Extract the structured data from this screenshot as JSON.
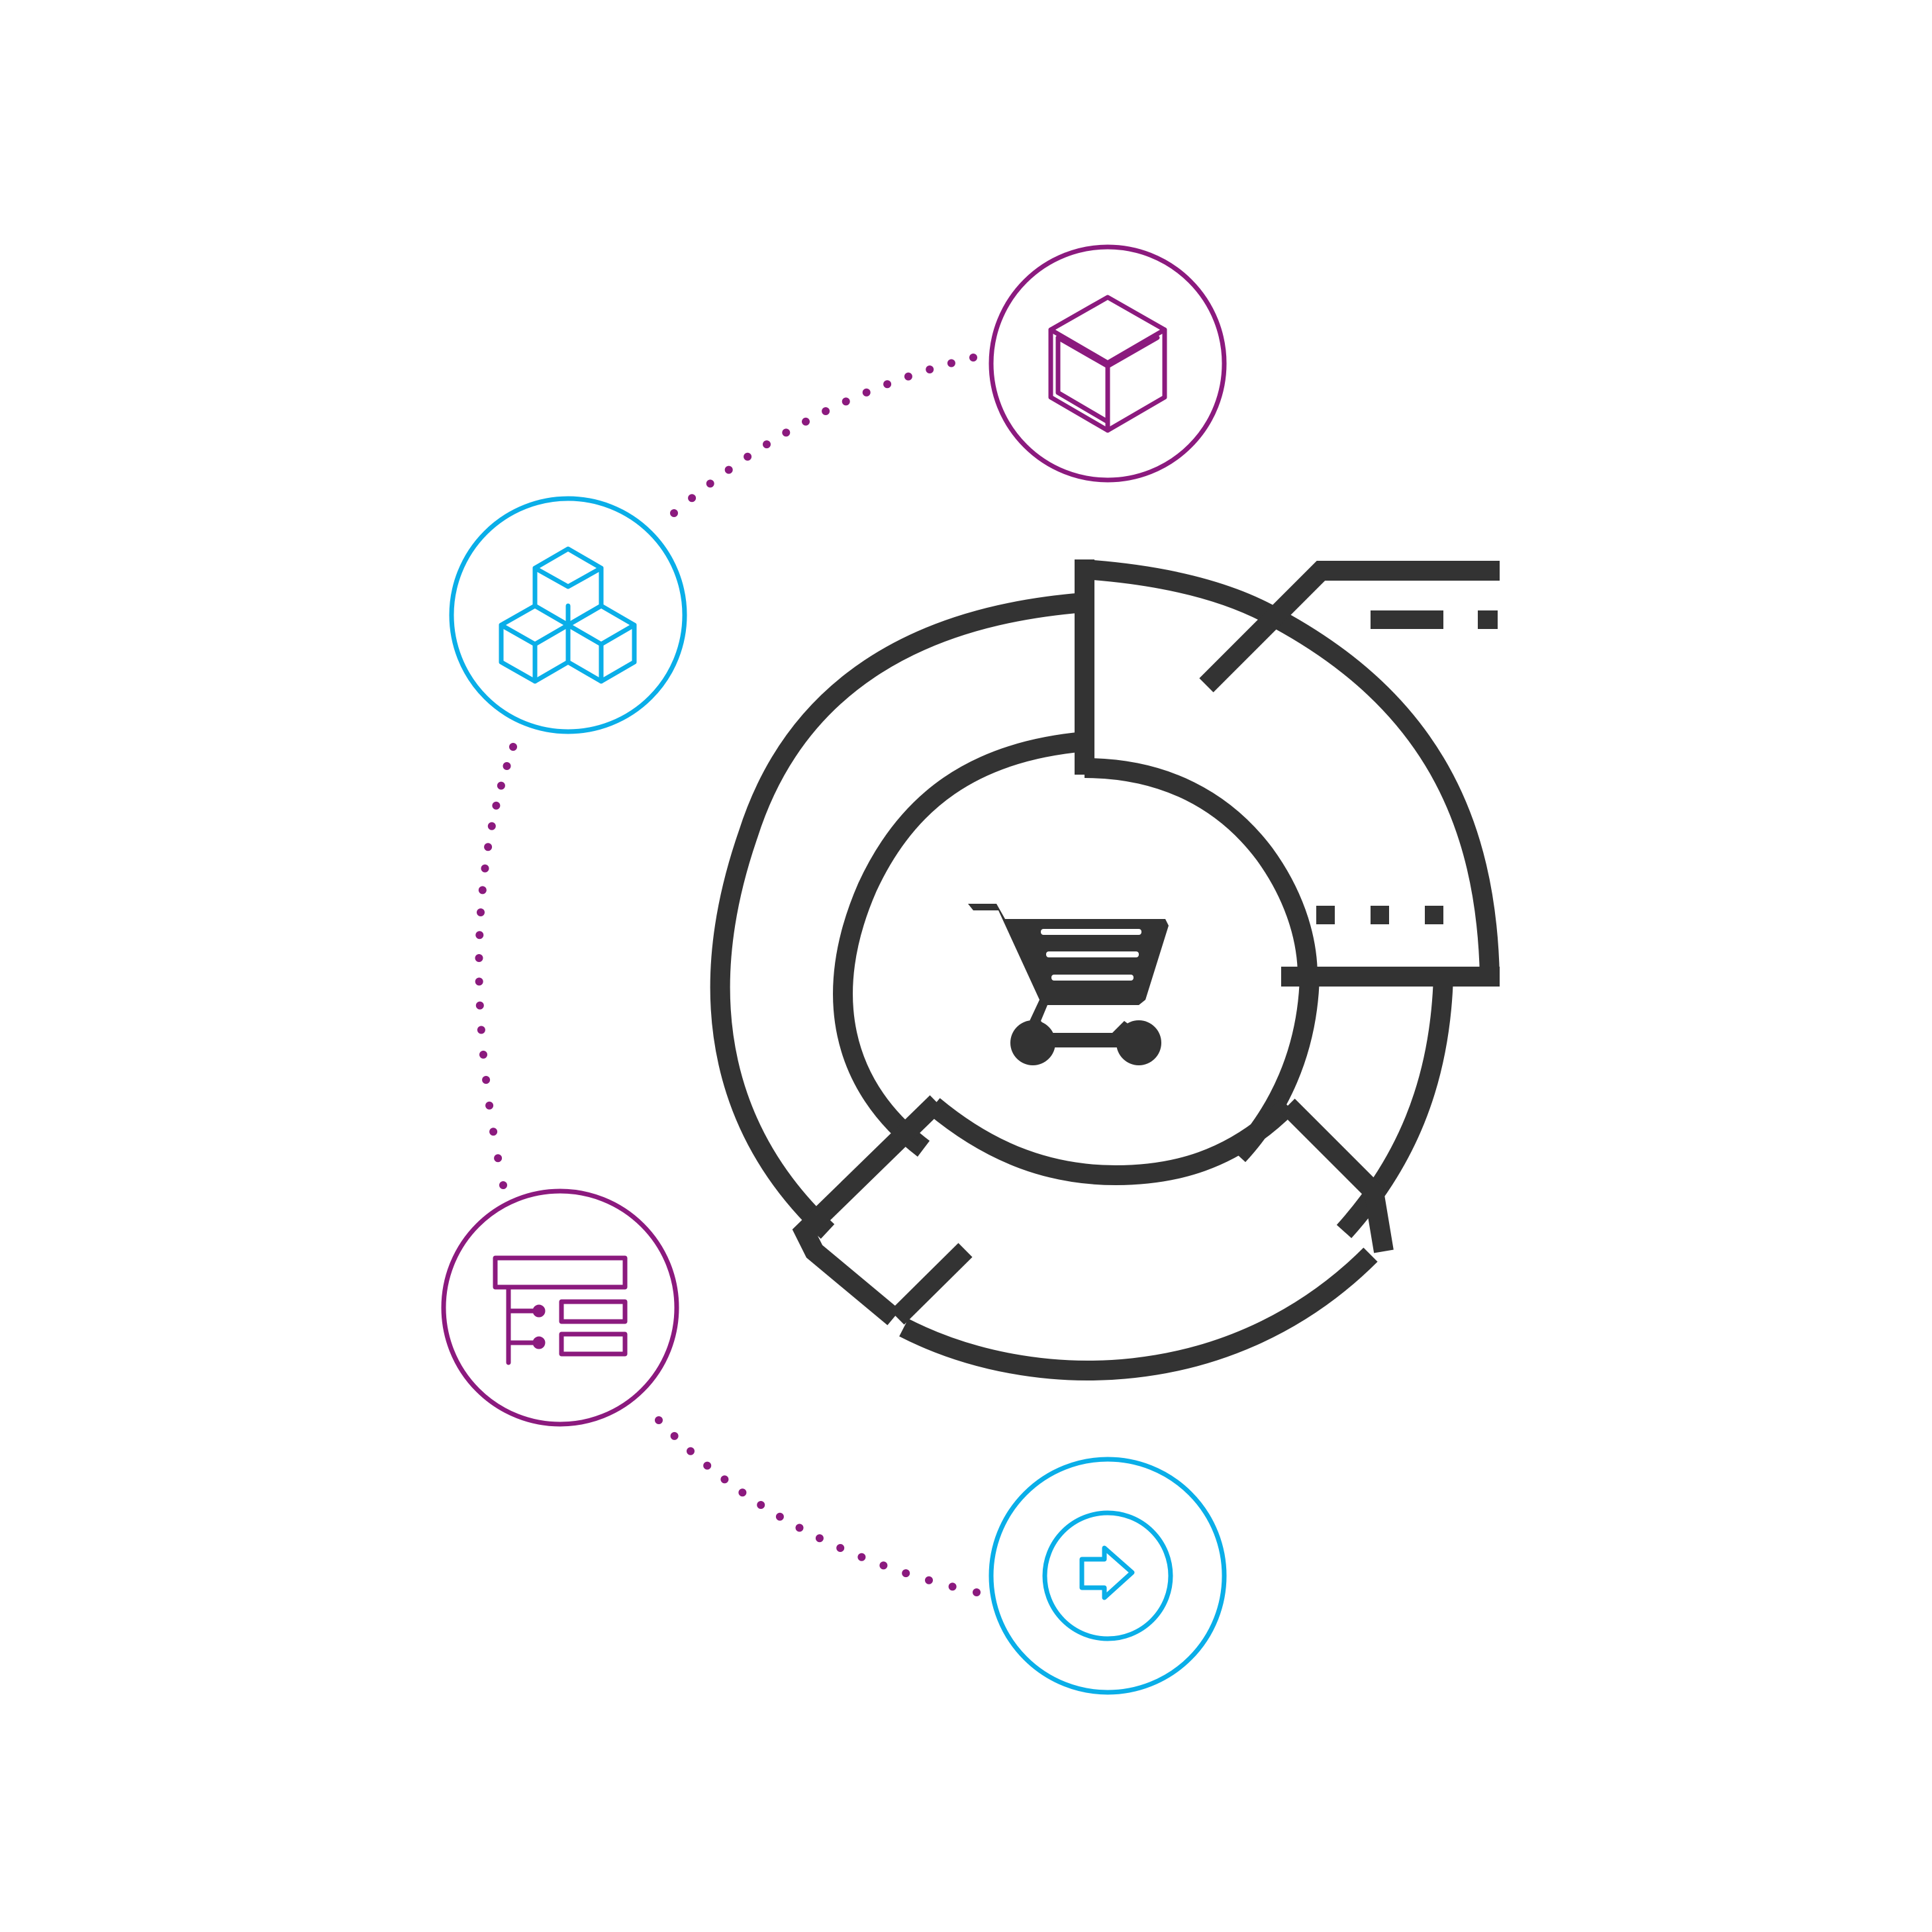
{
  "colors": {
    "background": "#ffffff",
    "diagram_stroke": "#333333",
    "accent_purple": "#8b1a7e",
    "accent_blue": "#0aaee8"
  },
  "icons": [
    {
      "name": "box-icon",
      "color": "purple"
    },
    {
      "name": "blocks-icon",
      "color": "blue"
    },
    {
      "name": "hierarchy-icon",
      "color": "purple"
    },
    {
      "name": "exit-arrow-icon",
      "color": "blue"
    }
  ],
  "center_icon": "shopping-cart-icon"
}
